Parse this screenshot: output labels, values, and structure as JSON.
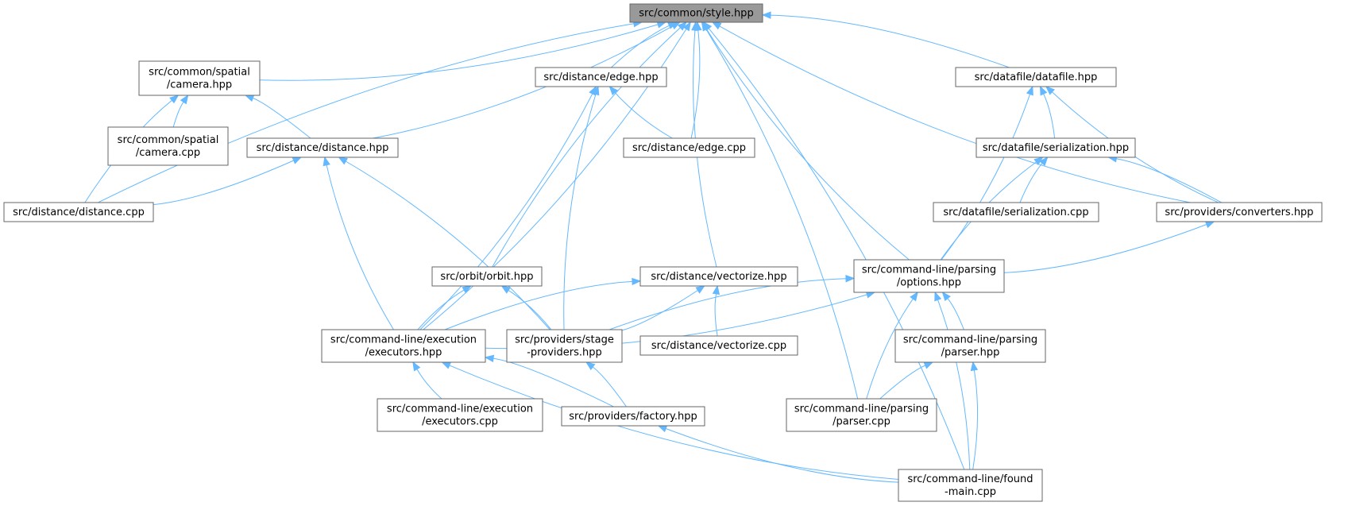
{
  "diagram": {
    "colors": {
      "edge": "#63b8ff",
      "node_border": "#666666",
      "root_fill": "#999999",
      "node_fill": "#ffffff"
    },
    "nodes": [
      {
        "id": "style",
        "lines": [
          "src/common/style.hpp"
        ],
        "root": true
      },
      {
        "id": "camera_hpp",
        "lines": [
          "src/common/spatial",
          "/camera.hpp"
        ]
      },
      {
        "id": "camera_cpp",
        "lines": [
          "src/common/spatial",
          "/camera.cpp"
        ]
      },
      {
        "id": "distance_hpp",
        "lines": [
          "src/distance/distance.hpp"
        ]
      },
      {
        "id": "distance_cpp",
        "lines": [
          "src/distance/distance.cpp"
        ]
      },
      {
        "id": "edge_hpp",
        "lines": [
          "src/distance/edge.hpp"
        ]
      },
      {
        "id": "edge_cpp",
        "lines": [
          "src/distance/edge.cpp"
        ]
      },
      {
        "id": "datafile_hpp",
        "lines": [
          "src/datafile/datafile.hpp"
        ]
      },
      {
        "id": "serialization_hpp",
        "lines": [
          "src/datafile/serialization.hpp"
        ]
      },
      {
        "id": "serialization_cpp",
        "lines": [
          "src/datafile/serialization.cpp"
        ]
      },
      {
        "id": "converters_hpp",
        "lines": [
          "src/providers/converters.hpp"
        ]
      },
      {
        "id": "orbit_hpp",
        "lines": [
          "src/orbit/orbit.hpp"
        ]
      },
      {
        "id": "vectorize_hpp",
        "lines": [
          "src/distance/vectorize.hpp"
        ]
      },
      {
        "id": "vectorize_cpp",
        "lines": [
          "src/distance/vectorize.cpp"
        ]
      },
      {
        "id": "options_hpp",
        "lines": [
          "src/command-line/parsing",
          "/options.hpp"
        ]
      },
      {
        "id": "executors_hpp",
        "lines": [
          "src/command-line/execution",
          "/executors.hpp"
        ]
      },
      {
        "id": "stage_providers_hpp",
        "lines": [
          "src/providers/stage",
          "-providers.hpp"
        ]
      },
      {
        "id": "parser_hpp",
        "lines": [
          "src/command-line/parsing",
          "/parser.hpp"
        ]
      },
      {
        "id": "executors_cpp",
        "lines": [
          "src/command-line/execution",
          "/executors.cpp"
        ]
      },
      {
        "id": "factory_hpp",
        "lines": [
          "src/providers/factory.hpp"
        ]
      },
      {
        "id": "parser_cpp",
        "lines": [
          "src/command-line/parsing",
          "/parser.cpp"
        ]
      },
      {
        "id": "found_main",
        "lines": [
          "src/command-line/found",
          "-main.cpp"
        ]
      }
    ],
    "edges": [
      [
        "camera_hpp",
        "style"
      ],
      [
        "distance_cpp",
        "style"
      ],
      [
        "distance_hpp",
        "style"
      ],
      [
        "edge_hpp",
        "style"
      ],
      [
        "edge_cpp",
        "style"
      ],
      [
        "orbit_hpp",
        "style"
      ],
      [
        "executors_hpp",
        "style"
      ],
      [
        "vectorize_hpp",
        "style"
      ],
      [
        "parser_cpp",
        "style"
      ],
      [
        "options_hpp",
        "style"
      ],
      [
        "datafile_hpp",
        "style"
      ],
      [
        "converters_hpp",
        "style"
      ],
      [
        "found_main",
        "style"
      ],
      [
        "camera_cpp",
        "camera_hpp"
      ],
      [
        "distance_hpp",
        "camera_hpp"
      ],
      [
        "distance_cpp",
        "camera_hpp"
      ],
      [
        "distance_cpp",
        "distance_hpp"
      ],
      [
        "executors_hpp",
        "distance_hpp"
      ],
      [
        "stage_providers_hpp",
        "distance_hpp"
      ],
      [
        "edge_cpp",
        "edge_hpp"
      ],
      [
        "executors_hpp",
        "edge_hpp"
      ],
      [
        "stage_providers_hpp",
        "edge_hpp"
      ],
      [
        "serialization_hpp",
        "datafile_hpp"
      ],
      [
        "converters_hpp",
        "datafile_hpp"
      ],
      [
        "options_hpp",
        "datafile_hpp"
      ],
      [
        "serialization_cpp",
        "serialization_hpp"
      ],
      [
        "converters_hpp",
        "serialization_hpp"
      ],
      [
        "options_hpp",
        "serialization_hpp"
      ],
      [
        "options_hpp",
        "converters_hpp"
      ],
      [
        "executors_hpp",
        "orbit_hpp"
      ],
      [
        "stage_providers_hpp",
        "orbit_hpp"
      ],
      [
        "executors_hpp",
        "vectorize_hpp"
      ],
      [
        "stage_providers_hpp",
        "vectorize_hpp"
      ],
      [
        "vectorize_cpp",
        "vectorize_hpp"
      ],
      [
        "executors_hpp",
        "options_hpp"
      ],
      [
        "stage_providers_hpp",
        "options_hpp"
      ],
      [
        "parser_hpp",
        "options_hpp"
      ],
      [
        "parser_cpp",
        "options_hpp"
      ],
      [
        "found_main",
        "options_hpp"
      ],
      [
        "executors_cpp",
        "executors_hpp"
      ],
      [
        "factory_hpp",
        "executors_hpp"
      ],
      [
        "found_main",
        "executors_hpp"
      ],
      [
        "factory_hpp",
        "stage_providers_hpp"
      ],
      [
        "parser_cpp",
        "parser_hpp"
      ],
      [
        "found_main",
        "parser_hpp"
      ],
      [
        "found_main",
        "factory_hpp"
      ]
    ]
  }
}
